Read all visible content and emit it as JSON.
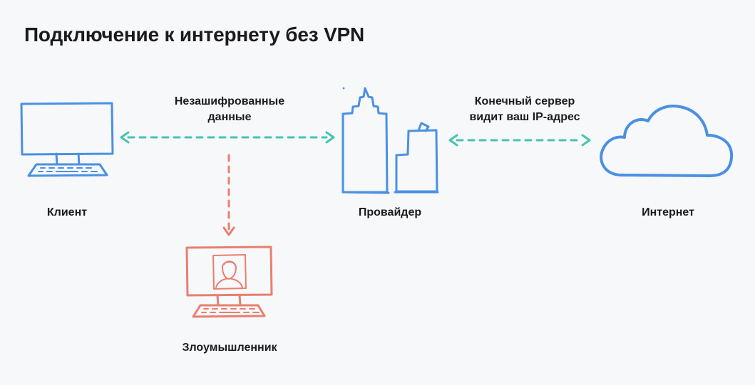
{
  "title": "Подключение к интернету без VPN",
  "nodes": {
    "client": {
      "label": "Клиент",
      "icon": "desktop-computer-icon"
    },
    "provider": {
      "label": "Провайдер",
      "icon": "buildings-icon"
    },
    "internet": {
      "label": "Интернет",
      "icon": "cloud-icon"
    },
    "attacker": {
      "label": "Злоумышленник",
      "icon": "computer-with-person-icon"
    }
  },
  "edges": {
    "client_provider": {
      "label_lines": [
        "Незашифрованные",
        "данные"
      ],
      "style": "dashed-bidirectional"
    },
    "provider_internet": {
      "label_lines": [
        "Конечный сервер",
        "видит ваш IP-адрес"
      ],
      "style": "dashed-bidirectional"
    },
    "interception": {
      "style": "dashed-directed"
    }
  },
  "colors": {
    "blue": "#4a90e2",
    "teal": "#45c4b0",
    "red": "#e87f6f",
    "text": "#1b1b1f",
    "background": "#f7f8fa"
  }
}
